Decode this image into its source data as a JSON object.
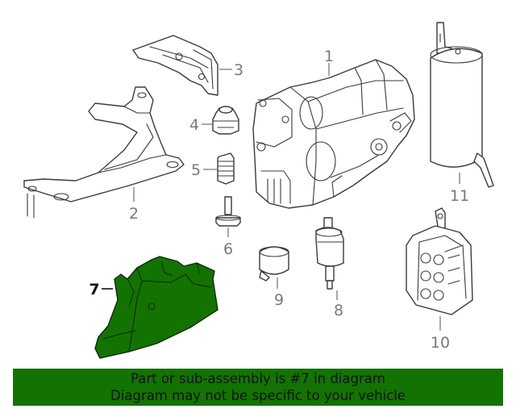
{
  "diagram": {
    "callouts": [
      {
        "label": "1",
        "highlighted": false
      },
      {
        "label": "2",
        "highlighted": false
      },
      {
        "label": "3",
        "highlighted": false
      },
      {
        "label": "4",
        "highlighted": false
      },
      {
        "label": "5",
        "highlighted": false
      },
      {
        "label": "6",
        "highlighted": false
      },
      {
        "label": "7",
        "highlighted": true
      },
      {
        "label": "8",
        "highlighted": false
      },
      {
        "label": "9",
        "highlighted": false
      },
      {
        "label": "10",
        "highlighted": false
      },
      {
        "label": "11",
        "highlighted": false
      }
    ],
    "highlight_color": "#137300"
  },
  "banner": {
    "line1": "Part or sub-assembly is #7 in diagram",
    "line2": "Diagram may not be specific to your vehicle"
  }
}
